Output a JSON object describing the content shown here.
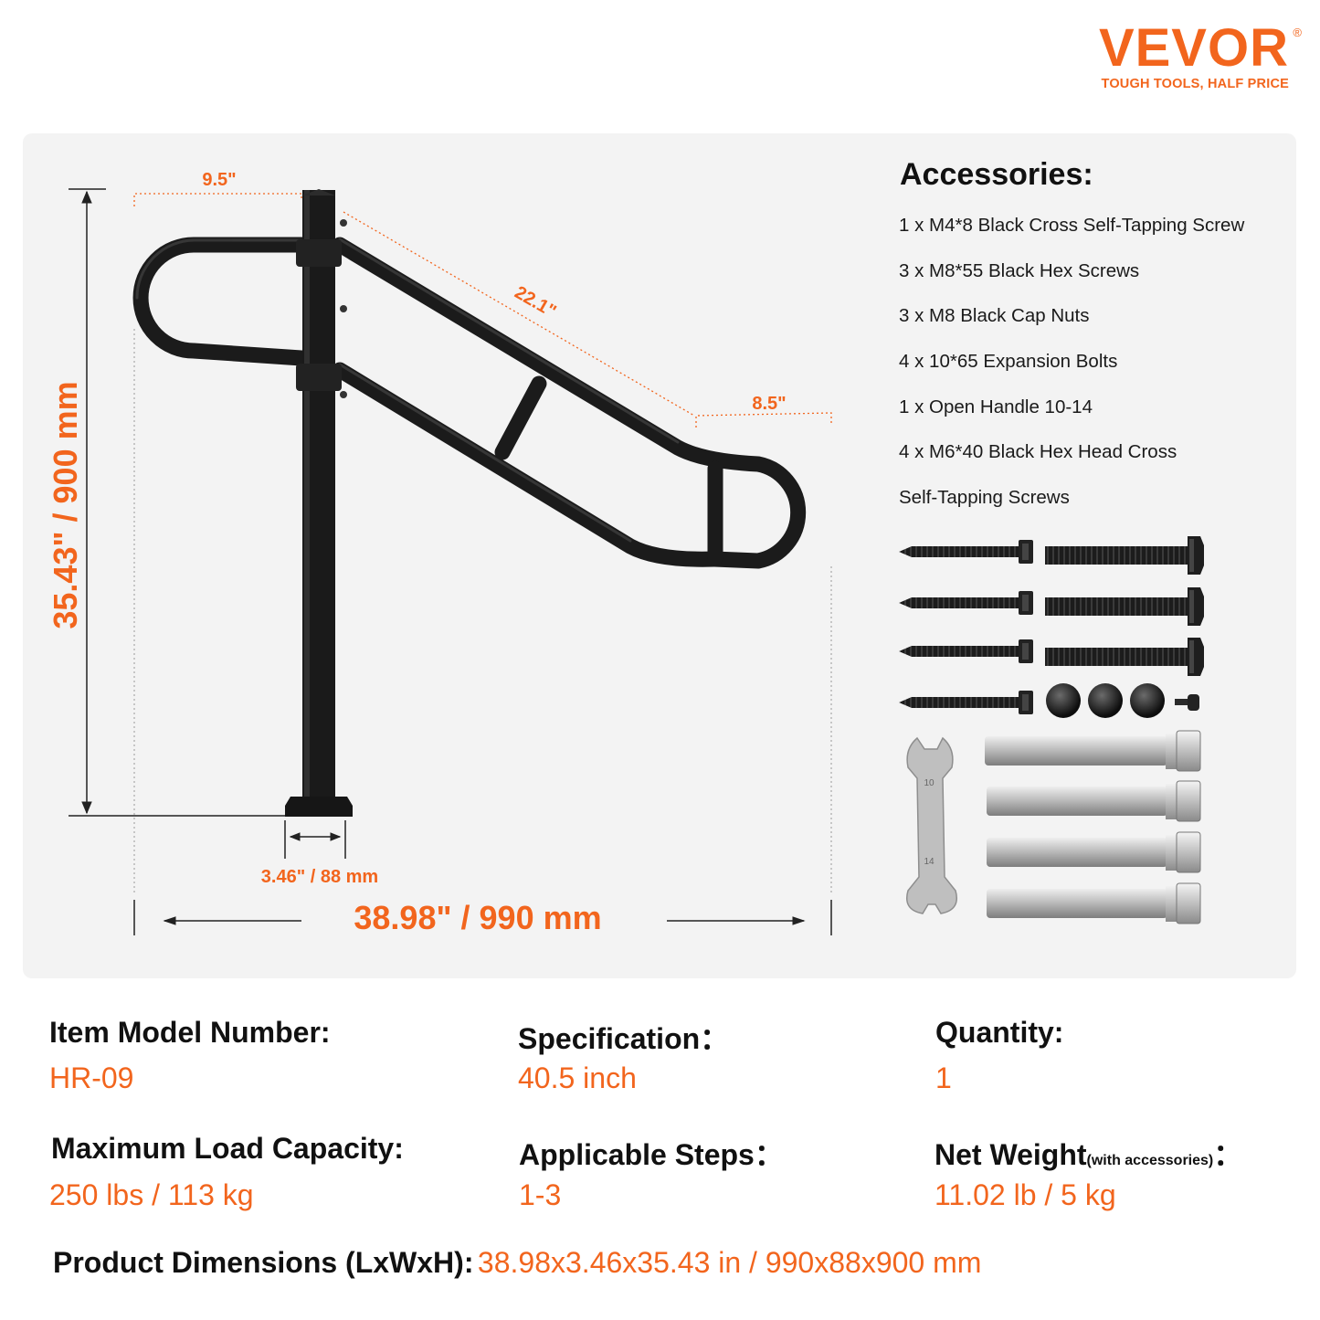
{
  "brand": {
    "name": "VEVOR",
    "registered": "®",
    "tagline": "TOUGH TOOLS, HALF PRICE"
  },
  "diagram": {
    "dim_top_width": "9.5\"",
    "dim_diagonal": "22.1\"",
    "dim_end": "8.5\"",
    "dim_height": "35.43\" / 900 mm",
    "dim_base": "3.46\" / 88 mm",
    "dim_length": "38.98\" / 990 mm"
  },
  "accessories": {
    "title": "Accessories:",
    "items": [
      "1 x M4*8 Black Cross Self-Tapping Screw",
      "3 x M8*55 Black Hex Screws",
      "3 x M8 Black Cap Nuts",
      "4 x 10*65 Expansion Bolts",
      "1 x Open Handle 10-14",
      "4 x M6*40 Black Hex Head Cross",
      "Self-Tapping Screws"
    ],
    "wrench_marks": [
      "10",
      "14"
    ]
  },
  "specs": {
    "model_label": "Item Model Number",
    "model_value": "HR-09",
    "spec_label": "Specification",
    "spec_value": "40.5 inch",
    "qty_label": "Quantity",
    "qty_value": "1",
    "load_label": "Maximum Load Capacity",
    "load_value": "250 lbs / 113 kg",
    "steps_label": "Applicable Steps",
    "steps_value": "1-3",
    "weight_label": "Net Weight",
    "weight_note": "(with accessories)",
    "weight_value": "11.02 lb / 5 kg",
    "dims_label": "Product Dimensions (LxWxH)",
    "dims_value": "38.98x3.46x35.43 in / 990x88x900 mm"
  },
  "colors": {
    "accent": "#f2651d",
    "panel": "#f3f3f3",
    "metal": "#1c1c1c"
  }
}
